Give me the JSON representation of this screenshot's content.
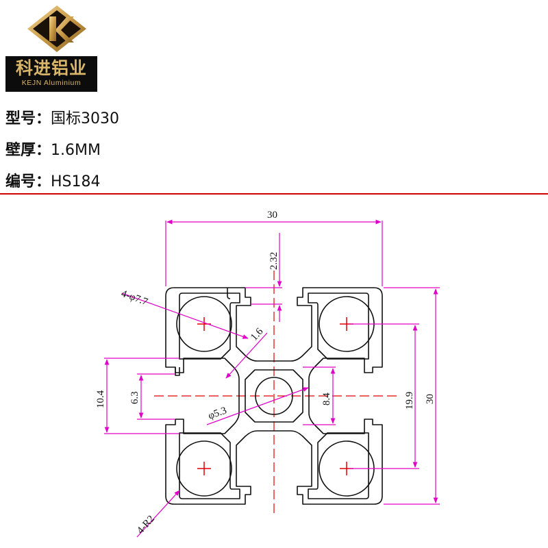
{
  "brand": {
    "name_cn": "科进铝业",
    "name_en": "KEJN Aluminium",
    "logo_icon": "diamond-k-logo",
    "logo_color": "#d9b56a",
    "banner_color": "#0c0c0c"
  },
  "specs": {
    "model_label": "型号：",
    "model_value": "国标3030",
    "wall_label": "壁厚：",
    "wall_value": "1.6MM",
    "code_label": "编号：",
    "code_value": "HS184"
  },
  "divider_color": "#d00000",
  "drawing": {
    "outline_color": "#111111",
    "dimension_color": "#e000c8",
    "centerline_color": "#e00000",
    "dimensions": {
      "width": "30",
      "height": "30",
      "top_gap": "2.32",
      "hole_diameter": "4-φ7.7",
      "wall": "1.6",
      "slot_outer": "10.4",
      "slot_inner": "6.3",
      "center_hole": "φ5.3",
      "core": "8.4",
      "hole_spacing": "19.9",
      "corner_radius": "4-R2"
    }
  }
}
